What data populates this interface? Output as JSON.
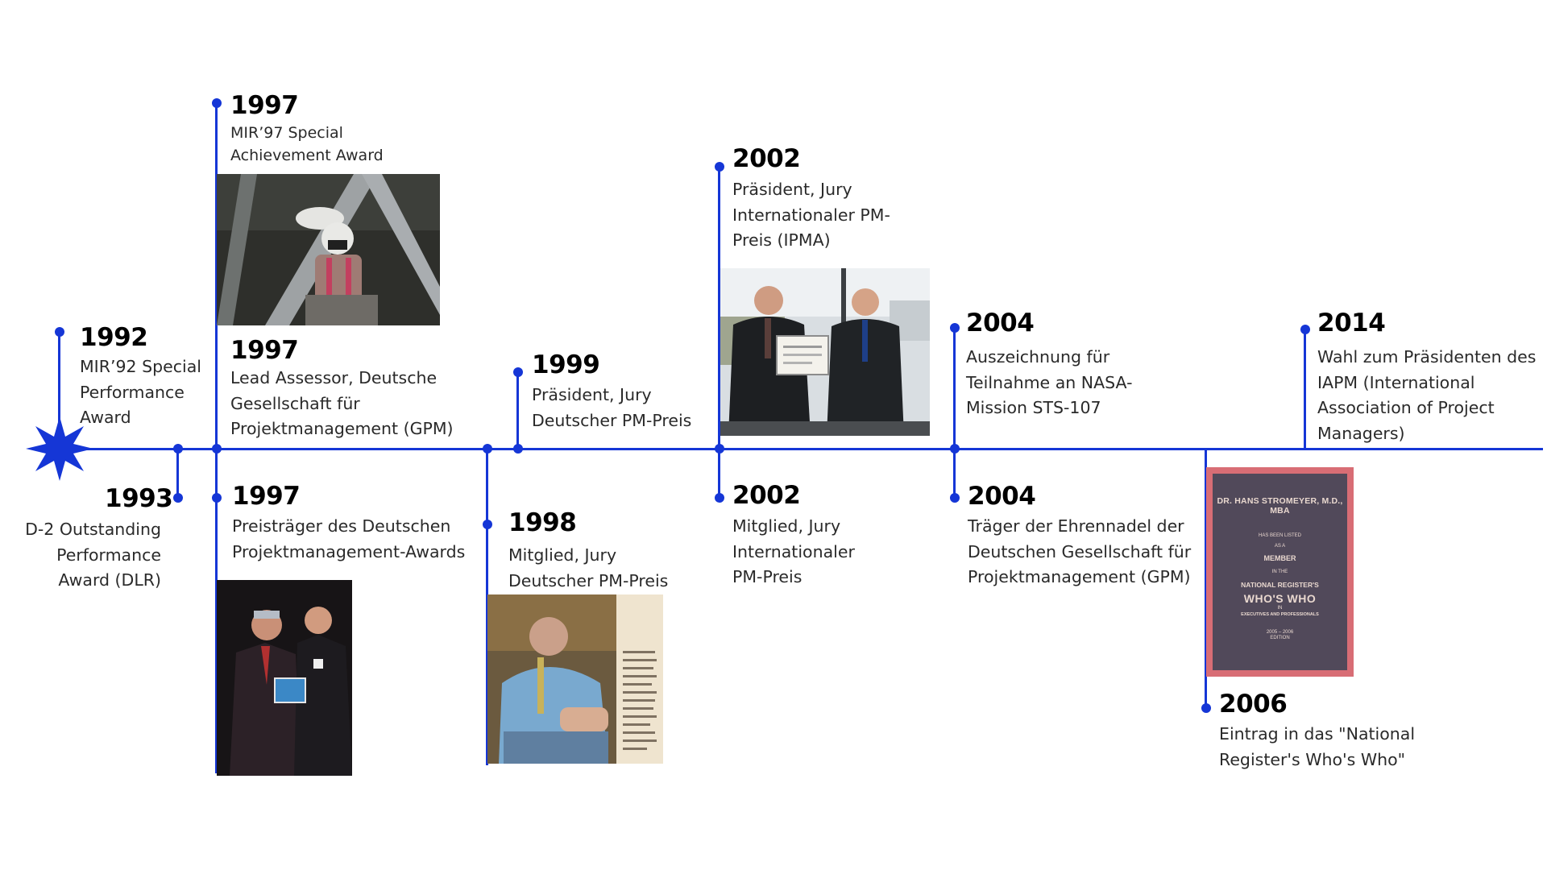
{
  "colors": {
    "accent": "#1536d6",
    "text": "#2a2a2a",
    "year": "#000000"
  },
  "events": [
    {
      "id": "e1992",
      "year": "1992",
      "text": "MIR’92 Special\nPerformance\nAward"
    },
    {
      "id": "e1993",
      "year": "1993",
      "text": "D-2 Outstanding\nPerformance\nAward (DLR)"
    },
    {
      "id": "e1997a",
      "year": "1997",
      "text": "MIR’97 Special\nAchievement Award"
    },
    {
      "id": "e1997b",
      "year": "1997",
      "text": "Lead Assessor, Deutsche\nGesellschaft für\nProjektmanagement (GPM)"
    },
    {
      "id": "e1997c",
      "year": "1997",
      "text": "Preisträger des Deutschen\nProjektmanagement-Awards"
    },
    {
      "id": "e1998",
      "year": "1998",
      "text": "Mitglied, Jury\nDeutscher PM-Preis"
    },
    {
      "id": "e1999",
      "year": "1999",
      "text": "Präsident, Jury\nDeutscher PM-Preis"
    },
    {
      "id": "e2002a",
      "year": "2002",
      "text": "Präsident, Jury\nInternationaler PM-\nPreis (IPMA)"
    },
    {
      "id": "e2002b",
      "year": "2002",
      "text": "Mitglied, Jury\nInternationaler\nPM-Preis"
    },
    {
      "id": "e2004a",
      "year": "2004",
      "text": "Auszeichnung für\nTeilnahme an NASA-\nMission STS-107"
    },
    {
      "id": "e2004b",
      "year": "2004",
      "text": "Träger der Ehrennadel der\nDeutschen Gesellschaft für\nProjektmanagement (GPM)"
    },
    {
      "id": "e2006",
      "year": "2006",
      "text": "Eintrag in das \"National\nRegister's Who's Who\""
    },
    {
      "id": "e2014",
      "year": "2014",
      "text": "Wahl zum Präsidenten des\nIAPM (International\nAssociation of Project\nManagers)"
    }
  ],
  "certificate": {
    "line1": "DR. HANS STROMEYER, M.D., MBA",
    "line2": "HAS BEEN LISTED",
    "line3": "AS A",
    "line4": "MEMBER",
    "line5": "IN THE",
    "line6": "NATIONAL REGISTER'S",
    "line7": "WHO'S WHO",
    "line8": "IN",
    "line9": "EXECUTIVES AND PROFESSIONALS",
    "line10": "2005 – 2006",
    "line11": "EDITION"
  },
  "photos": [
    {
      "id": "photo-1997-cockpit",
      "icon": "astronaut-seat-photo"
    },
    {
      "id": "photo-2002-certificate",
      "icon": "award-handover-photo"
    },
    {
      "id": "photo-1997-award",
      "icon": "award-ceremony-photo"
    },
    {
      "id": "photo-1998-article",
      "icon": "magazine-article-photo"
    }
  ]
}
